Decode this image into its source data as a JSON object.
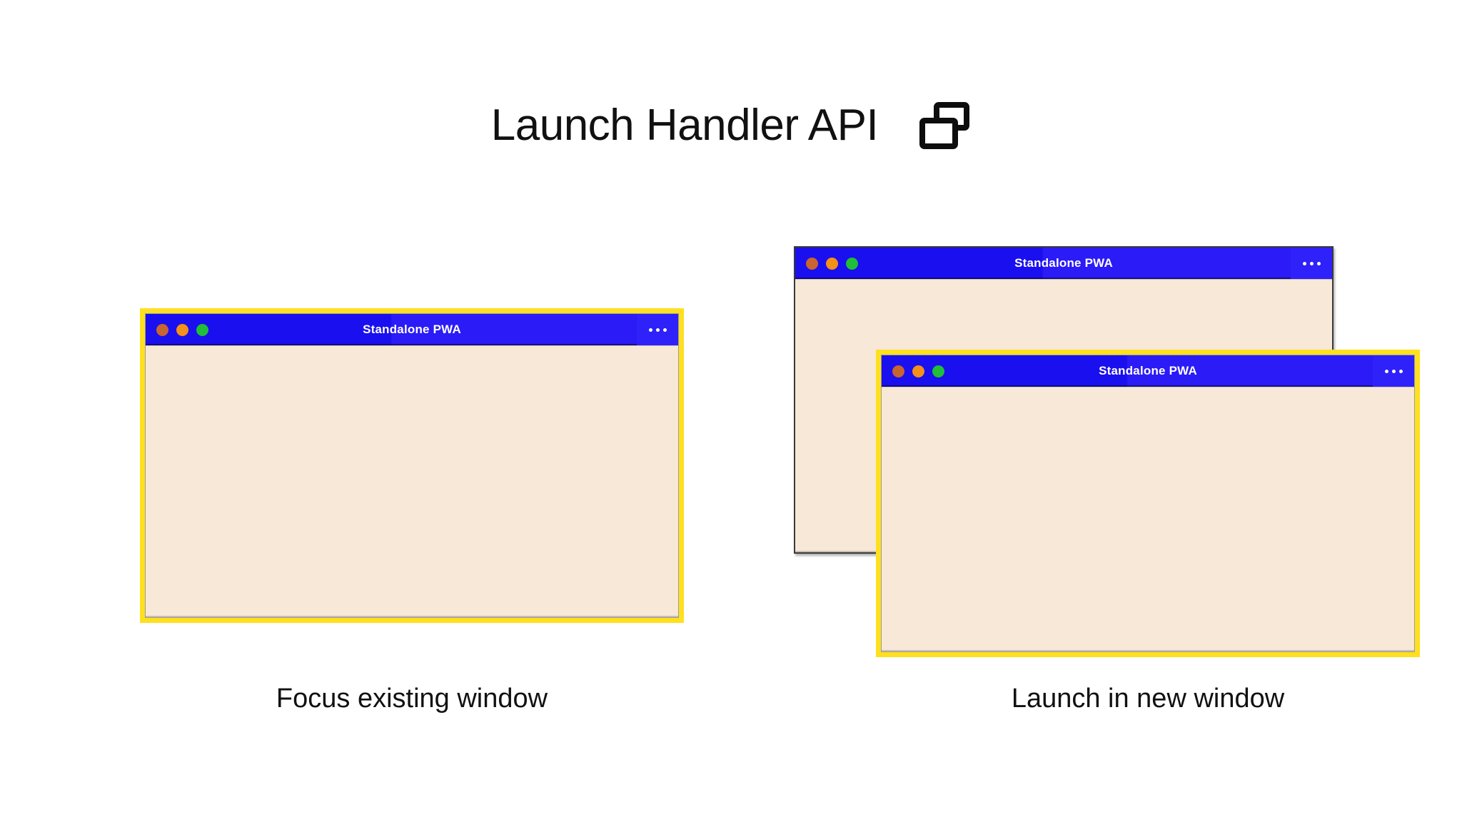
{
  "page": {
    "background_color": "#ffffff",
    "title": "Launch Handler API"
  },
  "header": {
    "title": "Launch Handler API",
    "icon_name": "two-windows-icon"
  },
  "colors": {
    "titlebar_blue": "#1a0fee",
    "titlebar_menu_blue": "#2f21f9",
    "window_body_cream": "#f7e8d7",
    "highlight_border_yellow": "#ffe01f",
    "plain_border_grey": "#3a3a3a",
    "dot_red": "#c9652f",
    "dot_amber": "#f59018",
    "dot_green": "#21be38",
    "text_black": "#111111",
    "titlebar_text_white": "#ffffff"
  },
  "scenarios": [
    {
      "id": "focus-existing",
      "caption": "Focus existing window",
      "windows": [
        {
          "id": "window-focus",
          "title": "Standalone PWA",
          "highlighted": true,
          "menu_label": "…"
        }
      ]
    },
    {
      "id": "launch-new",
      "caption": "Launch in new window",
      "windows": [
        {
          "id": "window-existing-back",
          "title": "Standalone PWA",
          "highlighted": false,
          "menu_label": "…"
        },
        {
          "id": "window-new-front",
          "title": "Standalone PWA",
          "highlighted": true,
          "menu_label": "…"
        }
      ]
    }
  ],
  "window_chrome": {
    "traffic_lights": [
      "close-dot",
      "minimize-dot",
      "maximize-dot"
    ],
    "menu_icon_name": "overflow-menu-icon"
  },
  "captions": {
    "left": "Focus existing window",
    "right": "Launch in new window"
  }
}
